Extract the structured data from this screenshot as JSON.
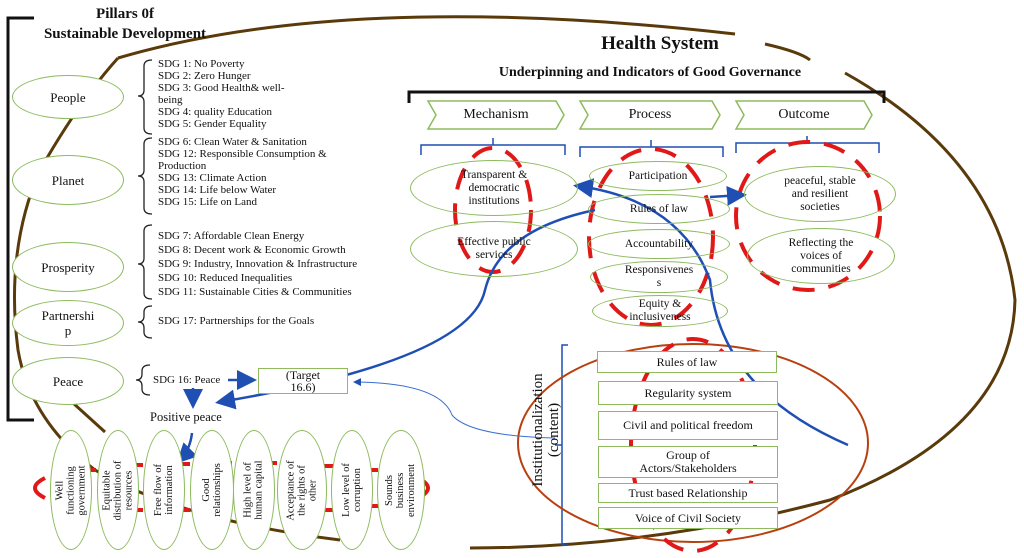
{
  "left_panel": {
    "title_line1": "Pillars 0f",
    "title_line2": "Sustainable Development",
    "pillars": [
      {
        "label": "People",
        "sdgs": [
          "SDG 1: No Poverty",
          "SDG 2: Zero Hunger",
          "SDG 3: Good Health& well-",
          "being",
          "SDG 4: quality Education",
          "SDG 5: Gender Equality"
        ]
      },
      {
        "label": "Planet",
        "sdgs": [
          "SDG 6: Clean Water & Sanitation",
          "SDG 12: Responsible Consumption &",
          "Production",
          "SDG 13: Climate Action",
          "SDG 14: Life below Water",
          "SDG 15: Life on Land"
        ]
      },
      {
        "label": "Prosperity",
        "sdgs": [
          "SDG 7: Affordable Clean Energy",
          "SDG 8: Decent work & Economic Growth",
          "SDG 9: Industry, Innovation & Infrastructure",
          "SDG 10: Reduced  Inequalities",
          "SDG 11: Sustainable Cities & Communities"
        ]
      },
      {
        "label_line1": "Partnershi",
        "label_line2": "p",
        "sdgs": [
          "SDG 17: Partnerships for the Goals"
        ]
      },
      {
        "label": "Peace",
        "sdgs": [
          "SDG 16: Peace"
        ]
      }
    ],
    "target_line1": "(Target",
    "target_line2": "16.6)",
    "positive_peace": "Positive  peace"
  },
  "positive_peace_pillars": [
    {
      "line1": "Well",
      "line2": "functioning",
      "line3": "government"
    },
    {
      "line1": "Equitable",
      "line2": "distribution of",
      "line3": "resources"
    },
    {
      "line1": "Free flow of",
      "line2": "information",
      "line3": ""
    },
    {
      "line1": "Good",
      "line2": "relationships",
      "line3": ""
    },
    {
      "line1": "High level of",
      "line2": "human capital",
      "line3": ""
    },
    {
      "line1": "Acceptance of",
      "line2": "the rights of",
      "line3": "other"
    },
    {
      "line1": "Low level of",
      "line2": "corruption",
      "line3": ""
    },
    {
      "line1": "Sounds",
      "line2": "business",
      "line3": "environment"
    }
  ],
  "health_system": {
    "title": "Health System",
    "subtitle": "Underpinning and Indicators of Good Governance",
    "columns": [
      "Mechanism",
      "Process",
      "Outcome"
    ],
    "mechanism": [
      {
        "line1": "Transparent &",
        "line2": "democratic",
        "line3": "institutions"
      },
      {
        "line1": "Effective public",
        "line2": "services",
        "line3": ""
      }
    ],
    "process": [
      {
        "line1": "Participation",
        "line2": ""
      },
      {
        "line1": "Rules of law",
        "line2": ""
      },
      {
        "line1": "Accountability",
        "line2": ""
      },
      {
        "line1": "Responsivenes",
        "line2": "s"
      },
      {
        "line1": "Equity &",
        "line2": "inclusiveness"
      }
    ],
    "outcome": [
      {
        "line1": "peaceful, stable",
        "line2": "and resilient",
        "line3": "societies"
      },
      {
        "line1": "Reflecting the",
        "line2": "voices of",
        "line3": "communities"
      }
    ]
  },
  "institutionalization": {
    "label_line1": "Institutionalization",
    "label_line2": "(content)",
    "items": [
      {
        "line1": "Rules of law",
        "line2": ""
      },
      {
        "line1": "Regularity system",
        "line2": ""
      },
      {
        "line1": "Civil and political freedom",
        "line2": ""
      },
      {
        "line1": "Group of",
        "line2": "Actors/Stakeholders"
      },
      {
        "line1": "Trust based Relationship",
        "line2": ""
      },
      {
        "line1": "Voice of Civil Society",
        "line2": ""
      }
    ]
  },
  "colors": {
    "brown_ellipse": "#5a3a0a",
    "inner_ellipse": "#b8400f",
    "green_outline": "#8dbb5e",
    "blue_arrow": "#1f4fb3",
    "red_dash": "#e01818",
    "black_bracket": "#111111"
  }
}
